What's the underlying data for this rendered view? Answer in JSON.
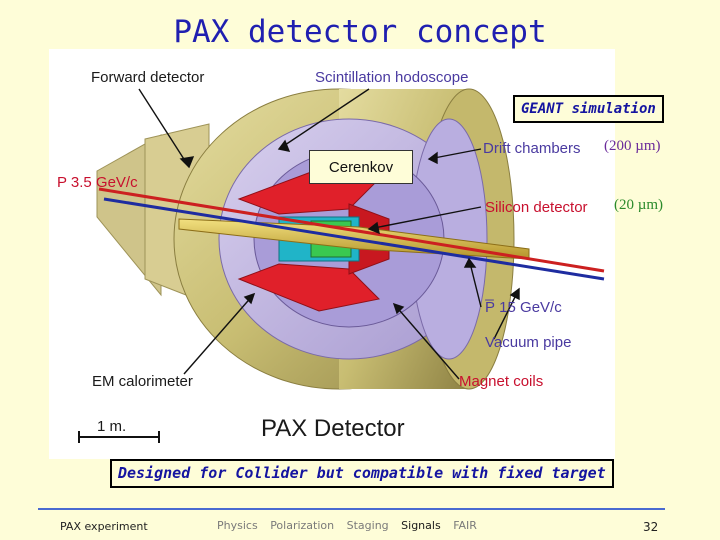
{
  "slide": {
    "title": "PAX detector concept",
    "caption": "Designed for Collider but compatible with fixed target",
    "geant_label": "GEANT simulation",
    "cerenkov_label": "Cerenkov",
    "resolution_drift": "(200 µm)",
    "resolution_silicon": "(20 µm)"
  },
  "figure": {
    "forward_detector": "Forward detector",
    "scintillation_hodoscope": "Scintillation hodoscope",
    "drift_chambers": "Drift chambers",
    "p_beam": "P 3.5 GeV/c",
    "silicon_detector": "Silicon detector",
    "pbar_beam": "P̅ 15 GeV/c",
    "vacuum_pipe": "Vacuum pipe",
    "em_calorimeter": "EM calorimeter",
    "magnet_coils": "Magnet coils",
    "scale": "1 m.",
    "figure_title": "PAX Detector"
  },
  "footer": {
    "left": "PAX experiment",
    "nav": [
      "Physics",
      "Polarization",
      "Staging",
      "Signals",
      "FAIR"
    ],
    "nav_active": "Signals",
    "page": "32"
  },
  "colors": {
    "title": "#1f1fb0",
    "background": "#fefdd8",
    "resolution_purple": "#6a2a9a",
    "resolution_green": "#2a8a2a"
  }
}
